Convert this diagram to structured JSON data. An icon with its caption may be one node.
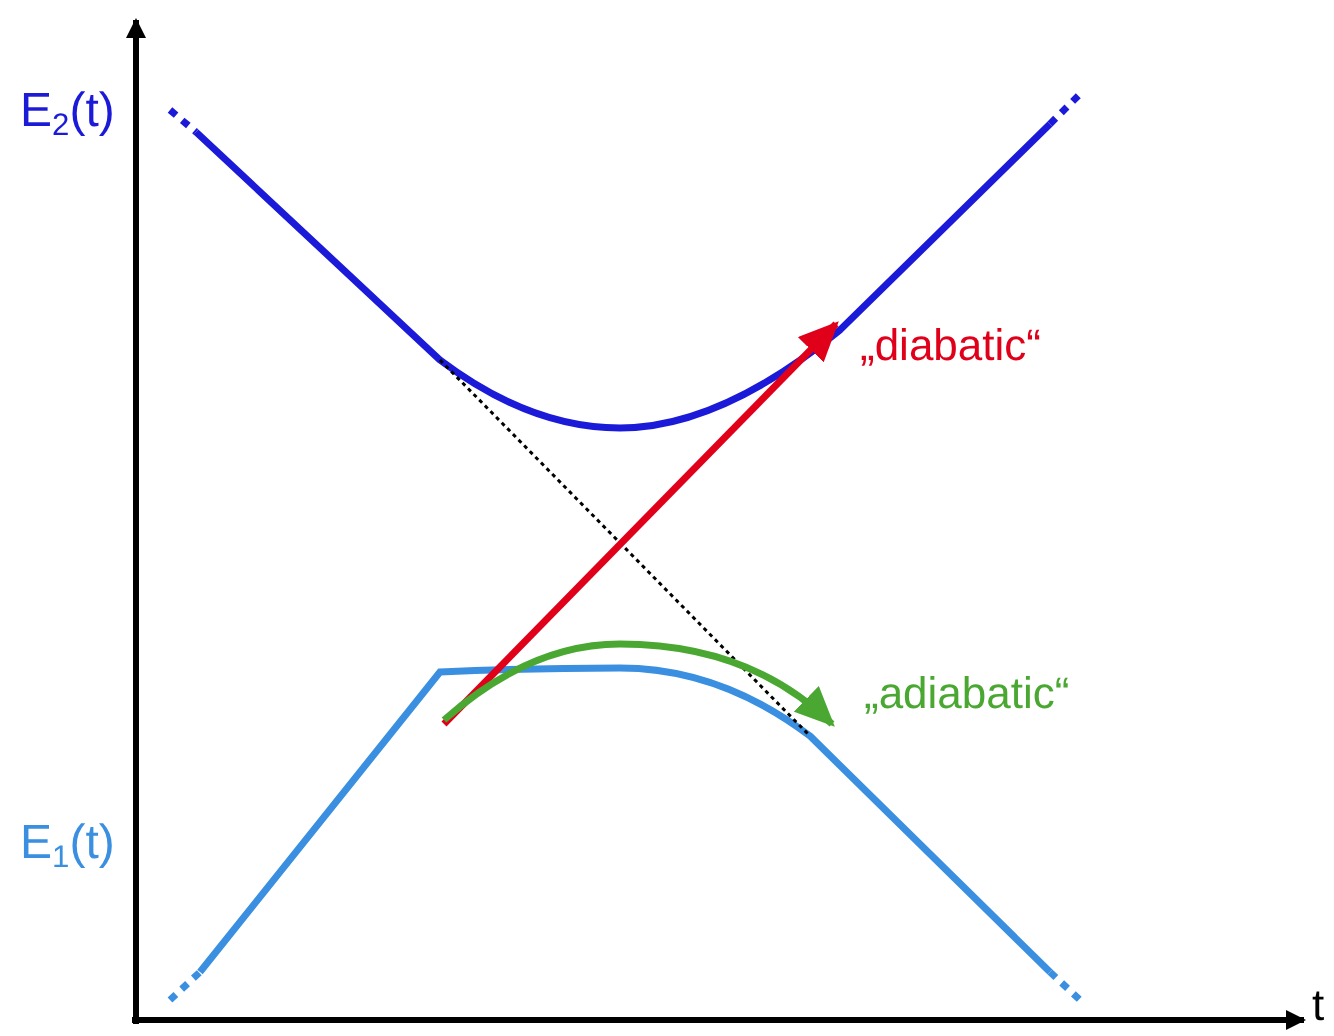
{
  "diagram": {
    "labels": [
      "E$_{2}$(t)",
      "E$_{1}$(t)",
      "t",
      "„diabatic“",
      "„adiabatic“"
    ]
  }
}
